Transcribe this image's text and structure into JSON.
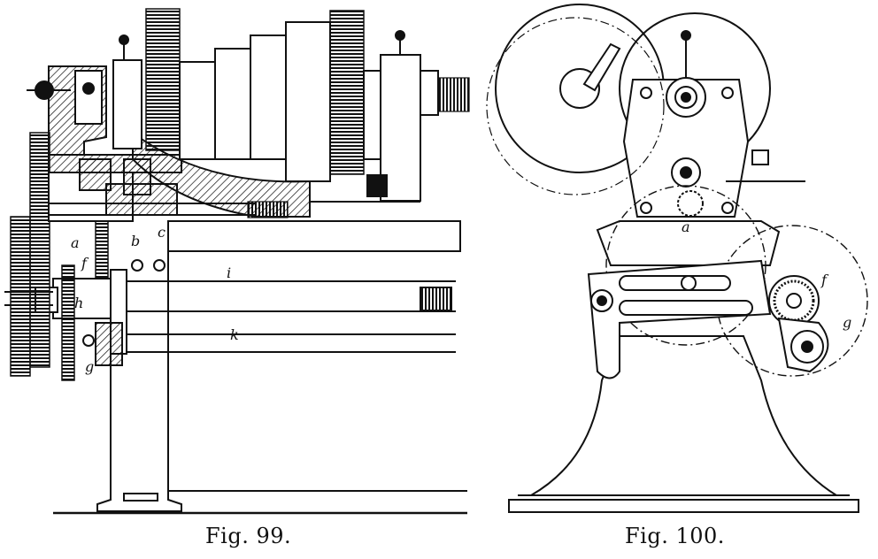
{
  "figures": [
    {
      "caption": "Fig. 99.",
      "labels": [
        "a",
        "b",
        "c",
        "f",
        "h",
        "g",
        "i",
        "k"
      ]
    },
    {
      "caption": "Fig. 100.",
      "labels": [
        "a",
        "f",
        "g"
      ]
    }
  ]
}
